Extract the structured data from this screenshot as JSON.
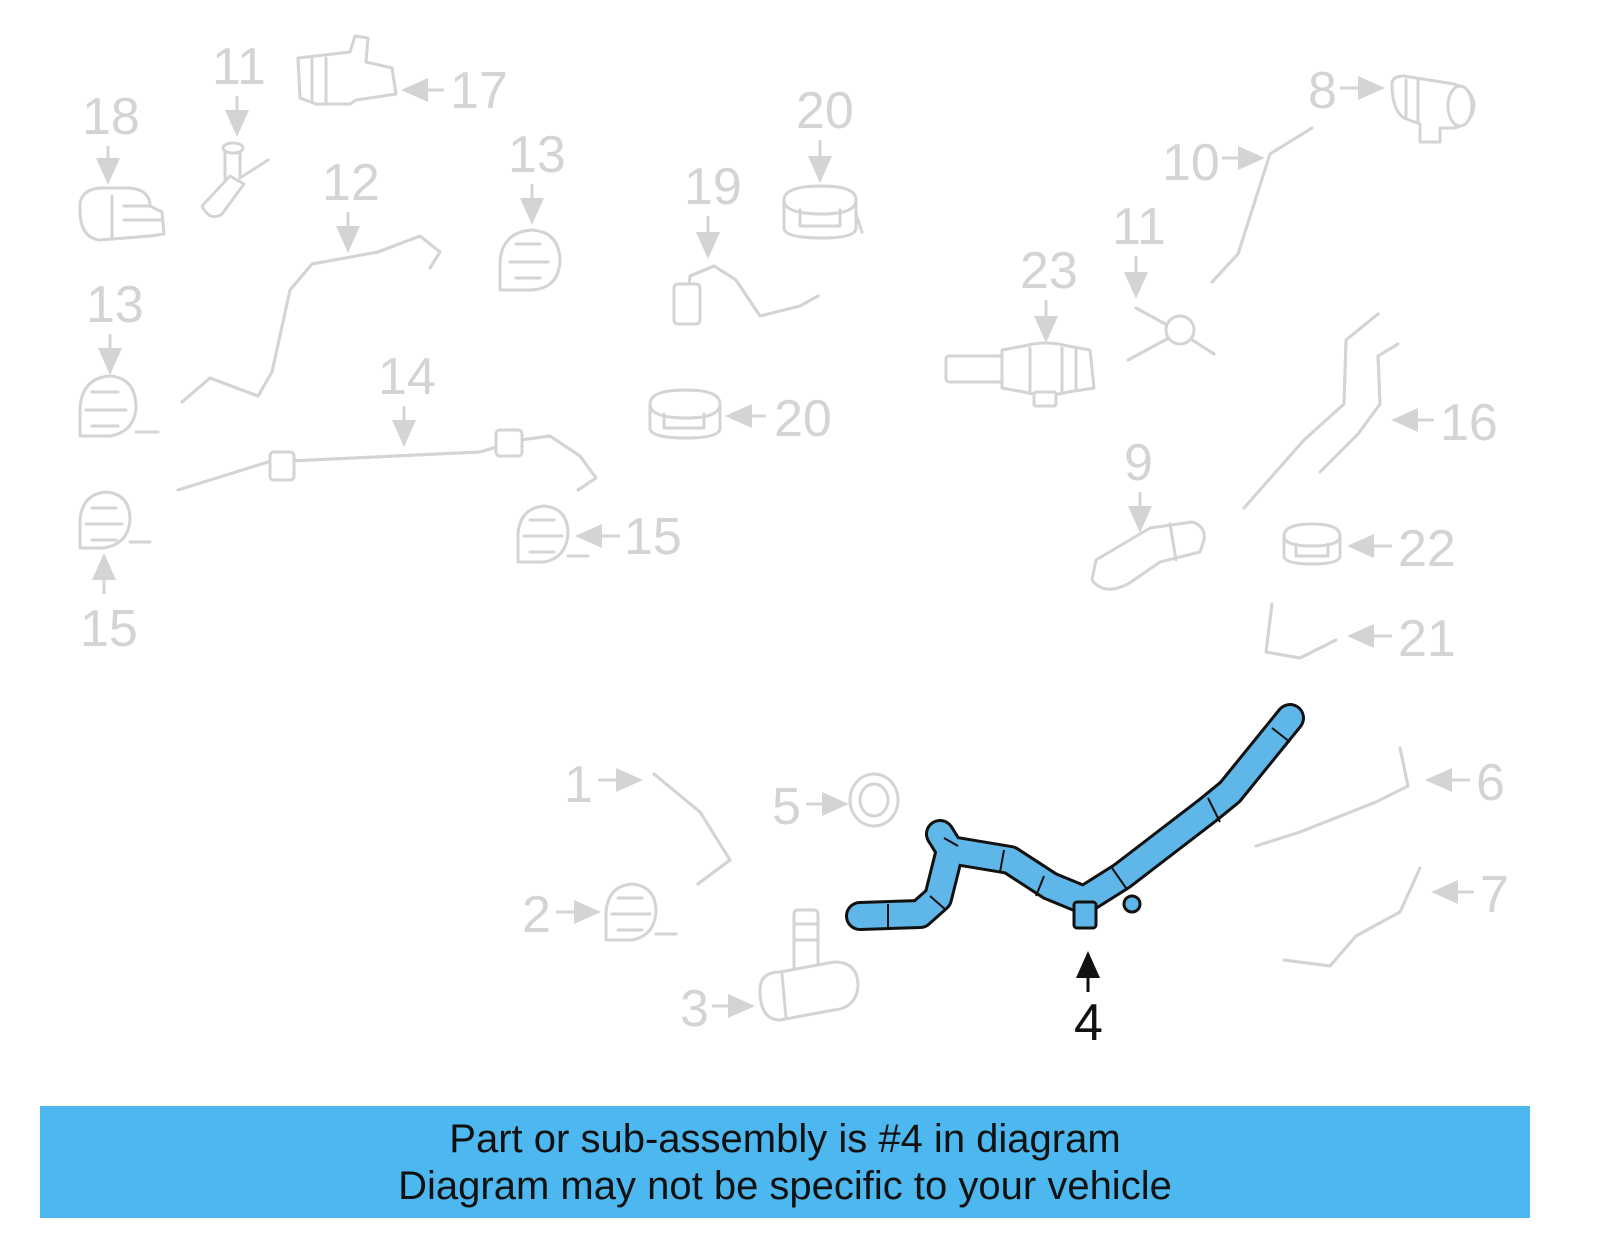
{
  "diagram": {
    "highlighted_part": "4",
    "callouts": {
      "c1": "1",
      "c2": "2",
      "c3": "3",
      "c4": "4",
      "c5": "5",
      "c6": "6",
      "c7": "7",
      "c8": "8",
      "c9": "9",
      "c10": "10",
      "c11a": "11",
      "c11b": "11",
      "c12": "12",
      "c13a": "13",
      "c13b": "13",
      "c14": "14",
      "c15a": "15",
      "c15b": "15",
      "c16": "16",
      "c17": "17",
      "c18": "18",
      "c19": "19",
      "c20a": "20",
      "c20b": "20",
      "c21": "21",
      "c22": "22",
      "c23": "23"
    },
    "colors": {
      "highlight": "#5fb6e8",
      "faded_part": "#d4d4d4",
      "banner": "#4db8ef"
    }
  },
  "banner": {
    "line1": "Part or sub-assembly is #4 in diagram",
    "line2": "Diagram may not be specific to your vehicle"
  }
}
